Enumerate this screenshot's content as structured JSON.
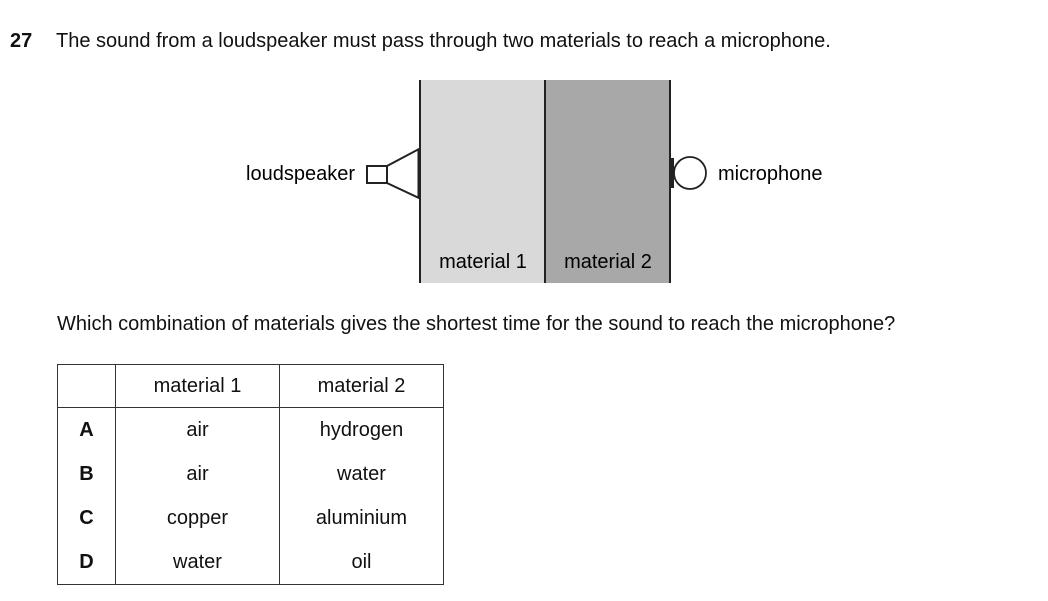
{
  "question": {
    "number": "27",
    "text": "The sound from a loudspeaker must pass through two materials to reach a microphone.",
    "prompt": "Which combination of materials gives the shortest time for the sound to reach the microphone?"
  },
  "diagram": {
    "loudspeaker_label": "loudspeaker",
    "microphone_label": "microphone",
    "material1_label": "material 1",
    "material2_label": "material 2",
    "material1_color": "#d9d9d9",
    "material2_color": "#a8a8a8"
  },
  "table": {
    "headers": [
      "",
      "material 1",
      "material 2"
    ],
    "rows": [
      {
        "key": "A",
        "m1": "air",
        "m2": "hydrogen"
      },
      {
        "key": "B",
        "m1": "air",
        "m2": "water"
      },
      {
        "key": "C",
        "m1": "copper",
        "m2": "aluminium"
      },
      {
        "key": "D",
        "m1": "water",
        "m2": "oil"
      }
    ]
  }
}
